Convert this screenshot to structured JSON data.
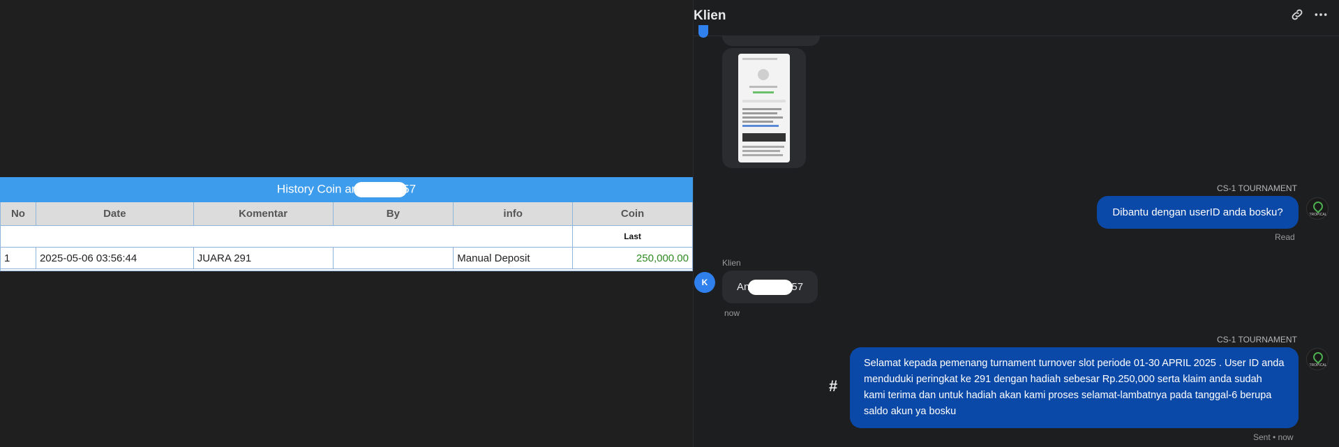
{
  "history": {
    "title_prefix": "History Coin an",
    "title_suffix": "57",
    "columns": [
      "No",
      "Date",
      "Komentar",
      "By",
      "info",
      "Coin"
    ],
    "last_label": "Last",
    "rows": [
      {
        "no": "1",
        "date": "2025-05-06 03:56:44",
        "komentar": "JUARA 291",
        "by": "",
        "info": "Manual Deposit",
        "coin": "250,000.00"
      }
    ]
  },
  "chat": {
    "title": "Klien",
    "agent_name_1": "CS-1 TOURNAMENT",
    "agent_msg_1": "Dibantu dengan userID anda bosku?",
    "agent_status_1": "Read",
    "client_name": "Klien",
    "client_avatar": "K",
    "client_msg_prefix": "An",
    "client_msg_suffix": "57",
    "client_time": "now",
    "agent_name_2": "CS-1 TOURNAMENT",
    "agent_msg_2": "Selamat kepada pemenang turnament turnover slot periode 01-30 APRIL 2025 . User ID anda menduduki peringkat ke 291 dengan hadiah sebesar Rp.250,000 serta klaim anda sudah kami terima dan untuk hadiah akan kami proses selamat-lambatnya pada tanggal-6 berupa saldo akun ya bosku",
    "agent_status_2": "Sent • now",
    "hash_symbol": "#",
    "icons": [
      "link-icon",
      "more-icon"
    ]
  }
}
